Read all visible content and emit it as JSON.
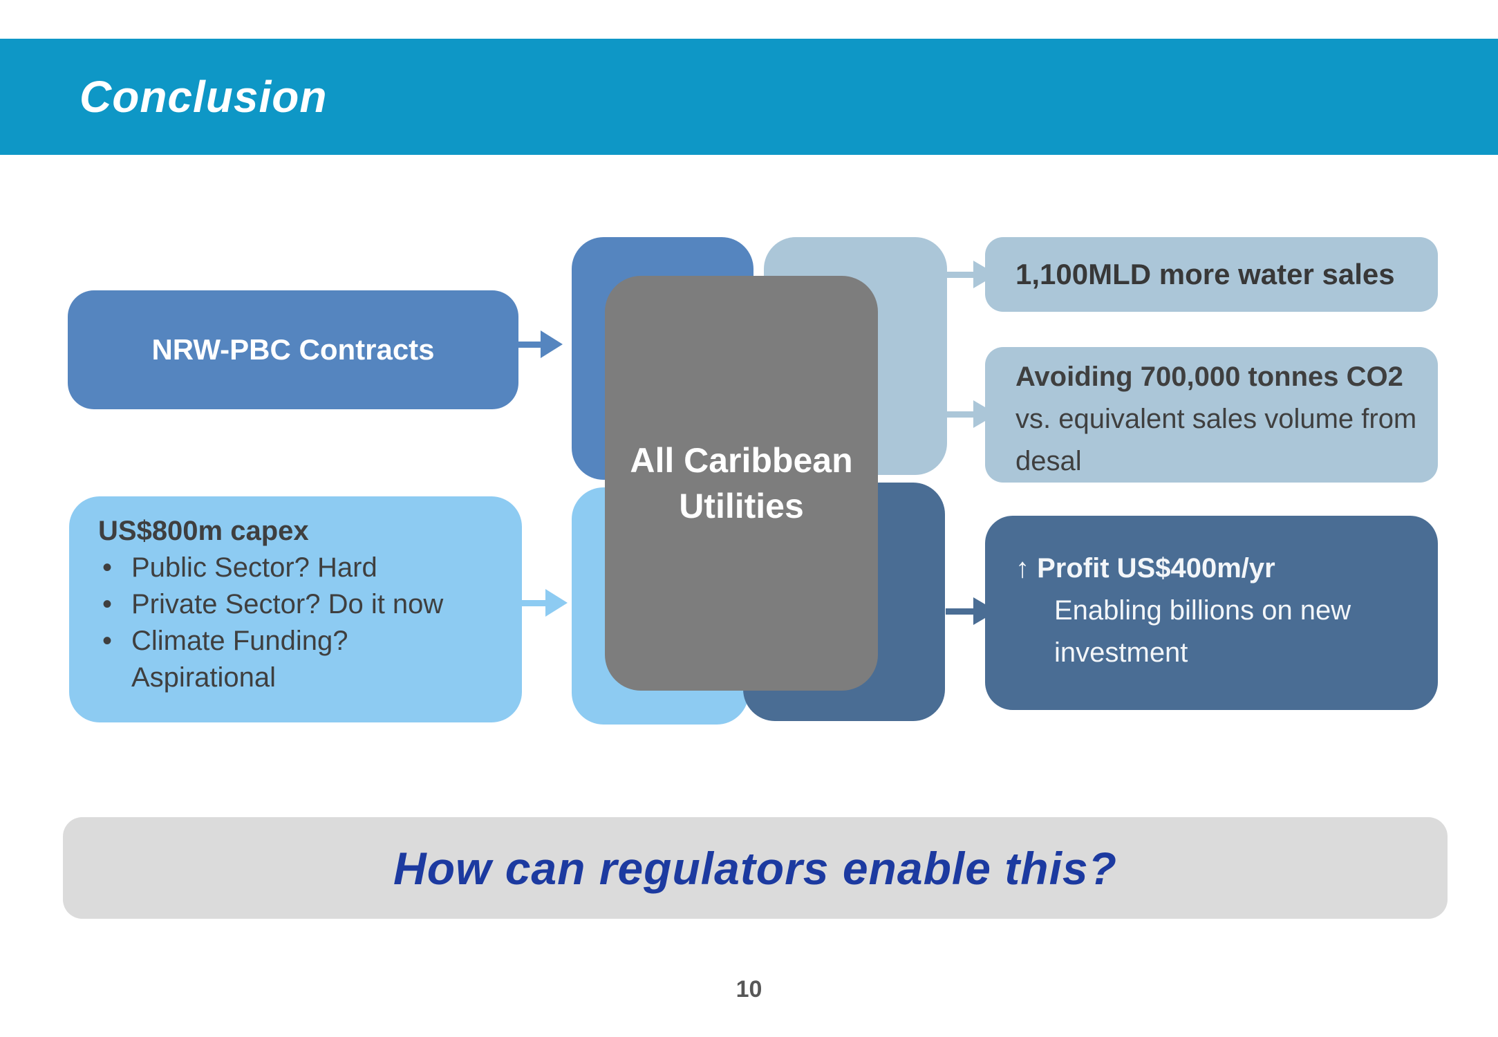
{
  "palette": {
    "cyan": "#0e97c6",
    "midblue": "#5585bf",
    "lightblue": "#8dcbf2",
    "palesteel": "#abc6d8",
    "darksteel": "#4a6d94",
    "gray": "#7d7d7d",
    "darktext": "#3f3f3f",
    "qblue": "#1c3aa0"
  },
  "header": {
    "title": "Conclusion"
  },
  "inputs": [
    {
      "label": "NRW-PBC Contracts"
    },
    {
      "title": "US$800m capex",
      "bullet_char": "•",
      "bullets": [
        "Public Sector? Hard",
        "Private Sector? Do it now",
        "Climate Funding? Aspirational"
      ]
    }
  ],
  "center": {
    "label": "All Caribbean Utilities"
  },
  "outcomes": [
    {
      "bold": "1,100MLD more water sales"
    },
    {
      "bold": "Avoiding 700,000 tonnes CO2",
      "rest": " vs. equivalent sales volume from desal"
    },
    {
      "arrow": "↑",
      "bold": "Profit US$400m/yr",
      "rest": "Enabling billions on new investment"
    }
  ],
  "question": "How can regulators enable this?",
  "page_number": "10"
}
